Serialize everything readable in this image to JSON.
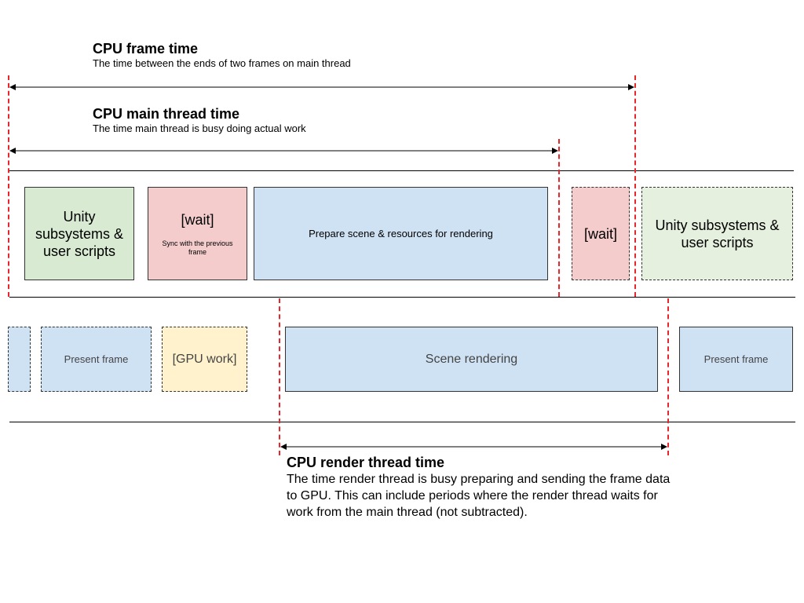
{
  "colors": {
    "green": "#d9ead3",
    "green_light": "#e6f0de",
    "red": "#f4cccc",
    "blue": "#cfe2f3",
    "yellow": "#fff2cc",
    "marker": "#e8262b"
  },
  "frame_time": {
    "title": "CPU frame time",
    "subtitle": "The time between the ends of two frames on main thread"
  },
  "main_thread_time": {
    "title": "CPU main thread time",
    "subtitle": "The time main thread is busy doing actual work"
  },
  "main_thread_row": {
    "unity_1": "Unity subsystems & user scripts",
    "wait_1": "[wait]",
    "wait_1_note": "Sync with the previous frame",
    "prepare": "Prepare scene & resources for rendering",
    "wait_2": "[wait]",
    "unity_2": "Unity subsystems & user scripts"
  },
  "render_thread_row": {
    "present_1": "Present frame",
    "gpu_work": "[GPU work]",
    "scene_rendering": "Scene rendering",
    "present_2": "Present frame"
  },
  "render_thread_time": {
    "title": "CPU render thread time",
    "description": "The time render thread is busy preparing and sending the frame data to GPU. This can include periods where the render thread waits for work from the main thread (not subtracted)."
  }
}
